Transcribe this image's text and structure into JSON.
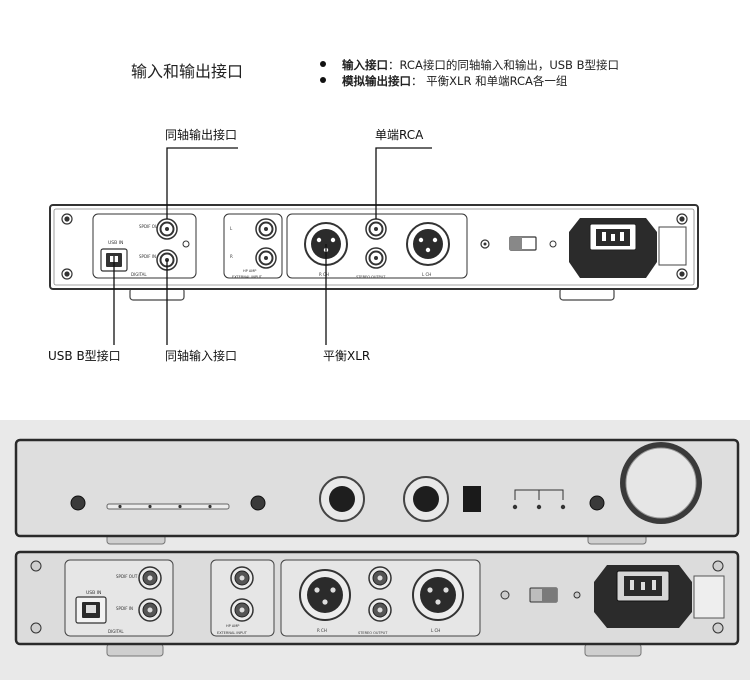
{
  "header": {
    "title": "输入和输出接口",
    "bullets": [
      {
        "key": "输入接口",
        "text": "：RCA接口的同轴输入和输出，USB B型接口"
      },
      {
        "key": "模拟输出接口",
        "text": "： 平衡XLR 和单端RCA各一组"
      }
    ]
  },
  "callouts": {
    "coax_out": "同轴输出接口",
    "single_rca": "单端RCA",
    "usb_b": "USB B型接口",
    "coax_in": "同轴输入接口",
    "balanced_xlr": "平衡XLR"
  },
  "panel_text": {
    "usb_in": "USB IN",
    "spdif_out": "SPDIF OUT",
    "spdif_in": "SPDIF IN",
    "digital": "DIGITAL",
    "external_input": "EXTERNAL INPUT",
    "hp_amp": "HP AMP",
    "stereo_output": "STEREO OUTPUT",
    "l_ch": "L CH",
    "r_ch": "R CH"
  },
  "colors": {
    "line": "#333333",
    "panel_fill": "#ffffff",
    "photo_bg": "#e9e9e9",
    "photo_panel": "#dcdcdc",
    "connector_dark": "#2b2b2b"
  }
}
